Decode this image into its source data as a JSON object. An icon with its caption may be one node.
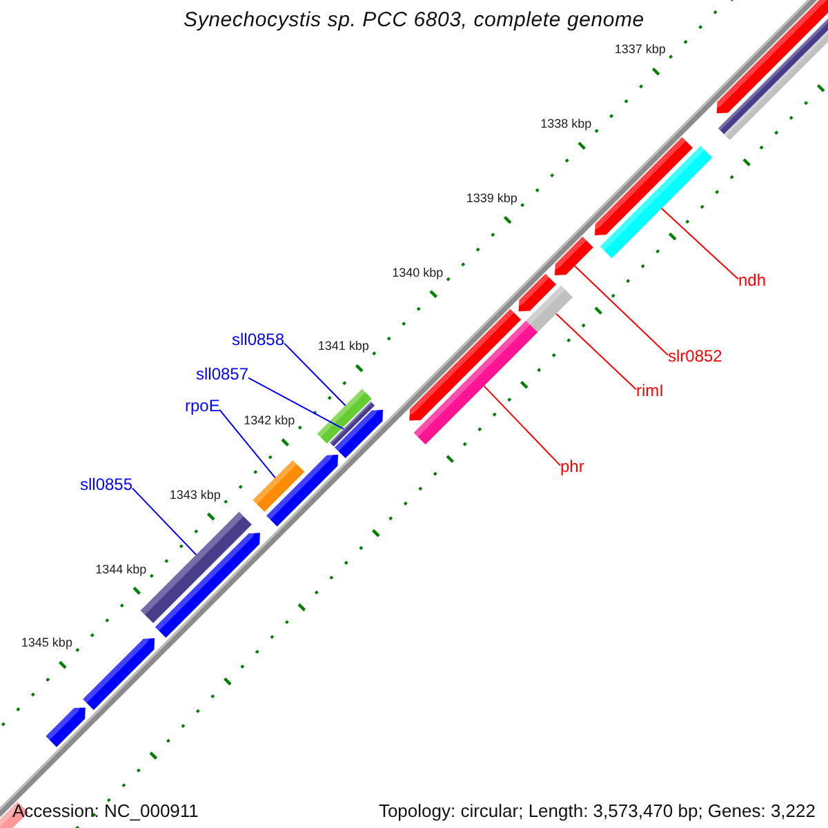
{
  "diagram": {
    "title": "Synechocystis sp. PCC 6803, complete genome",
    "nodes": [
      {
        "text": [
          "ndh"
        ]
      },
      {
        "text": [
          "sll0858"
        ]
      },
      {
        "text": [
          "slr0852"
        ]
      },
      {
        "text": [
          "sll0857"
        ]
      },
      {
        "text": [
          "rimI"
        ]
      },
      {
        "text": [
          "rpoE"
        ]
      },
      {
        "text": [
          "phr"
        ]
      },
      {
        "text": [
          "sll0855"
        ]
      },
      {
        "text": [],
        "shape": "bar"
      },
      {
        "text": [],
        "shape": "bar"
      },
      {
        "text": [],
        "shape": "bar"
      },
      {
        "text": [],
        "shape": "bar"
      },
      {
        "text": [],
        "shape": "bar"
      },
      {
        "text": [],
        "shape": "bar"
      },
      {
        "text": [],
        "shape": "bar"
      },
      {
        "text": [],
        "shape": "bar"
      }
    ],
    "edges": [
      {
        "from": 0,
        "to": 8,
        "arrow": "none",
        "color": "#ff0000"
      },
      {
        "from": 1,
        "to": 9,
        "arrow": "none",
        "color": "#0000ff"
      },
      {
        "from": 2,
        "to": 10,
        "arrow": "none",
        "color": "#ff0000"
      },
      {
        "from": 3,
        "to": 11,
        "arrow": "none",
        "color": "#0000ff"
      },
      {
        "from": 4,
        "to": 12,
        "arrow": "none",
        "color": "#ff0000"
      },
      {
        "from": 5,
        "to": 13,
        "arrow": "none",
        "color": "#0000ff"
      },
      {
        "from": 6,
        "to": 14,
        "arrow": "none",
        "color": "#ff0000"
      },
      {
        "from": 7,
        "to": 15,
        "arrow": "none",
        "color": "#0000ff"
      }
    ],
    "labels": [
      "1337 kbp",
      "1338 kbp",
      "1339 kbp",
      "1340 kbp",
      "1341 kbp",
      "1342 kbp",
      "1343 kbp",
      "1344 kbp",
      "1345 kbp",
      "Accession: NC_000911",
      "Topology: circular; Length: 3,573,470 bp; Genes: 3,222"
    ]
  }
}
